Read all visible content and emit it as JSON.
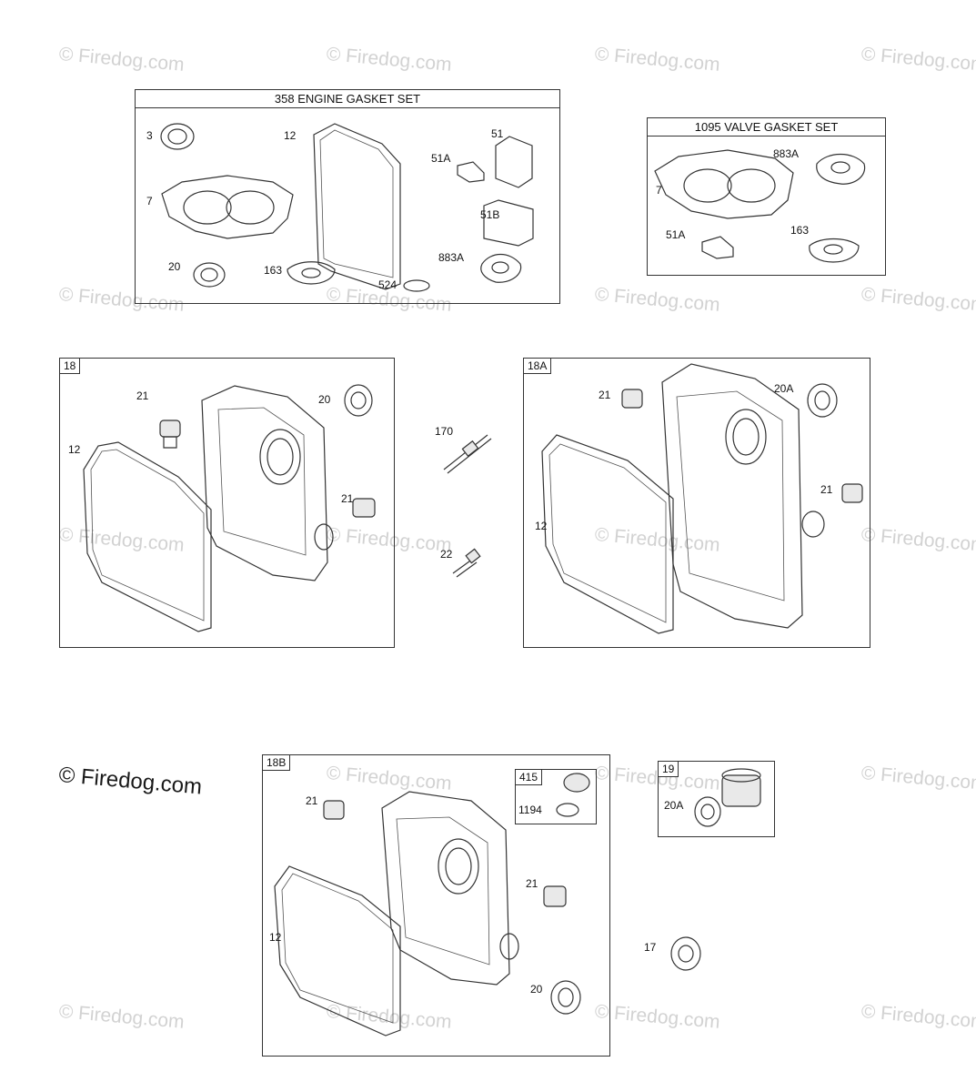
{
  "watermarks": {
    "text": "© Firedog.com",
    "main": "© Firedog.com"
  },
  "engine_gasket_set": {
    "title": "358 ENGINE GASKET SET",
    "labels": {
      "p3": "3",
      "p12": "12",
      "p7": "7",
      "p20": "20",
      "p163": "163",
      "p524": "524",
      "p51": "51",
      "p51a": "51A",
      "p51b": "51B",
      "p883a": "883A"
    }
  },
  "valve_gasket_set": {
    "title": "1095 VALVE GASKET SET",
    "labels": {
      "p7": "7",
      "p883a": "883A",
      "p51a": "51A",
      "p163": "163"
    }
  },
  "box_18": {
    "tag": "18",
    "labels": {
      "p12": "12",
      "p21a": "21",
      "p20": "20",
      "p21b": "21"
    }
  },
  "loose_parts": {
    "p170": "170",
    "p22": "22",
    "p17": "17"
  },
  "box_18a": {
    "tag": "18A",
    "labels": {
      "p21a": "21",
      "p20a": "20A",
      "p21b": "21",
      "p12": "12"
    }
  },
  "box_18b": {
    "tag": "18B",
    "labels": {
      "p21a": "21",
      "p21b": "21",
      "p12": "12",
      "p20": "20"
    },
    "subset": {
      "tag": "415",
      "label": "1194"
    }
  },
  "box_19": {
    "tag": "19",
    "label": "20A"
  }
}
